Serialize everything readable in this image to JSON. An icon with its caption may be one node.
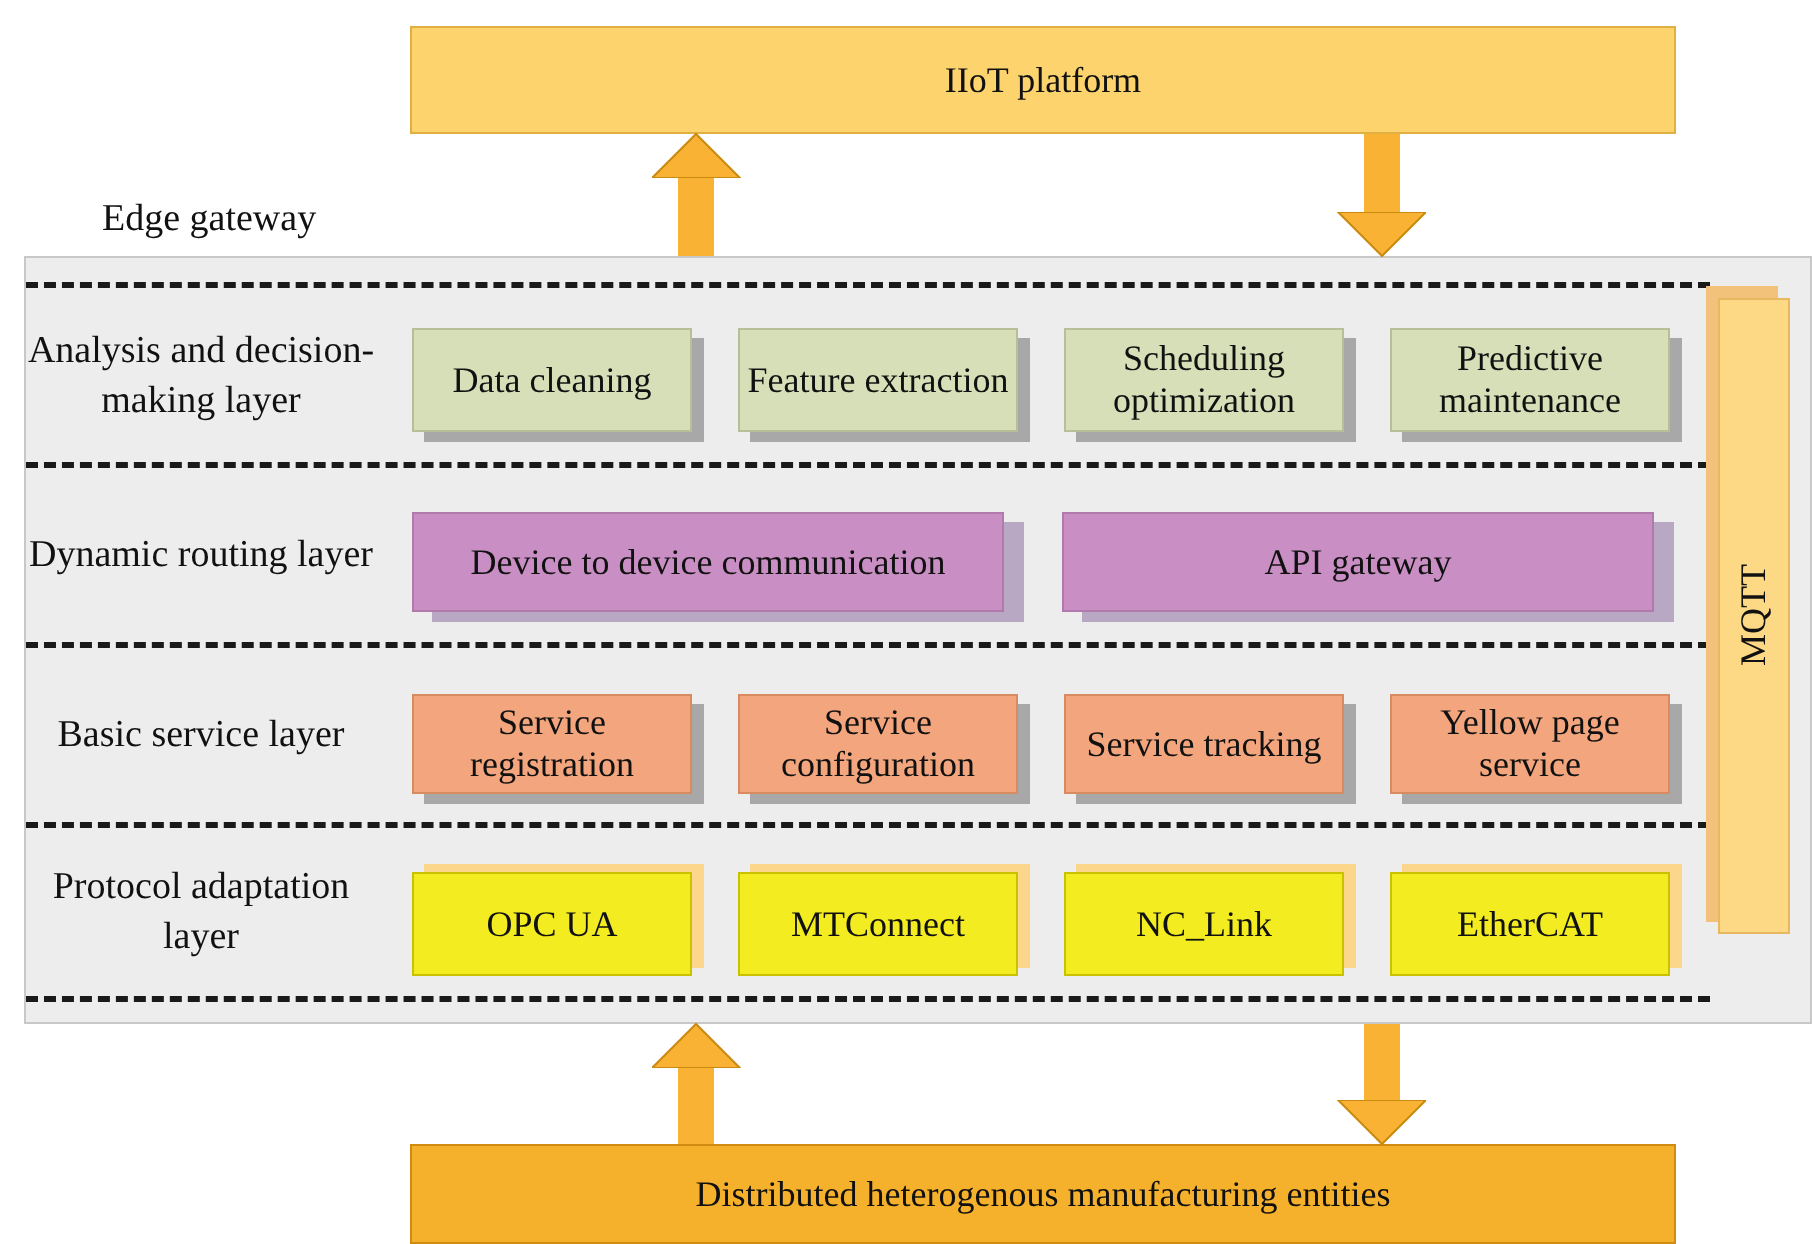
{
  "diagram": {
    "nodes": [
      {
        "text": [
          "IIoT platform"
        ]
      },
      {
        "text": [
          "Edge gateway"
        ]
      },
      {
        "text": [
          "Analysis and decision-making layer"
        ],
        "in": 1
      },
      {
        "text": [
          "Data cleaning"
        ],
        "in": 2
      },
      {
        "text": [
          "Feature extraction"
        ],
        "in": 2
      },
      {
        "text": [
          "Scheduling optimization"
        ],
        "in": 2
      },
      {
        "text": [
          "Predictive maintenance"
        ],
        "in": 2
      },
      {
        "text": [
          "Dynamic routing layer"
        ],
        "in": 1
      },
      {
        "text": [
          "Device to device communication"
        ],
        "in": 7
      },
      {
        "text": [
          "API gateway"
        ],
        "in": 7
      },
      {
        "text": [
          "Basic service layer"
        ],
        "in": 1
      },
      {
        "text": [
          "Service registration"
        ],
        "in": 10
      },
      {
        "text": [
          "Service configuration"
        ],
        "in": 10
      },
      {
        "text": [
          "Service tracking"
        ],
        "in": 10
      },
      {
        "text": [
          "Yellow page service"
        ],
        "in": 10
      },
      {
        "text": [
          "Protocol adaptation layer"
        ],
        "in": 1
      },
      {
        "text": [
          "OPC UA"
        ],
        "in": 15
      },
      {
        "text": [
          "MTConnect"
        ],
        "in": 15
      },
      {
        "text": [
          "NC_Link"
        ],
        "in": 15
      },
      {
        "text": [
          "EtherCAT"
        ],
        "in": 15
      },
      {
        "text": [
          "MQTT"
        ],
        "in": 1
      },
      {
        "text": [
          "Distributed heterogenous manufacturing entities"
        ]
      }
    ],
    "edges": [
      {
        "from": 1,
        "to": 0,
        "arrow": "to"
      },
      {
        "from": 0,
        "to": 1,
        "arrow": "to"
      },
      {
        "from": 21,
        "to": 1,
        "arrow": "to"
      },
      {
        "from": 1,
        "to": 21,
        "arrow": "to"
      }
    ]
  }
}
